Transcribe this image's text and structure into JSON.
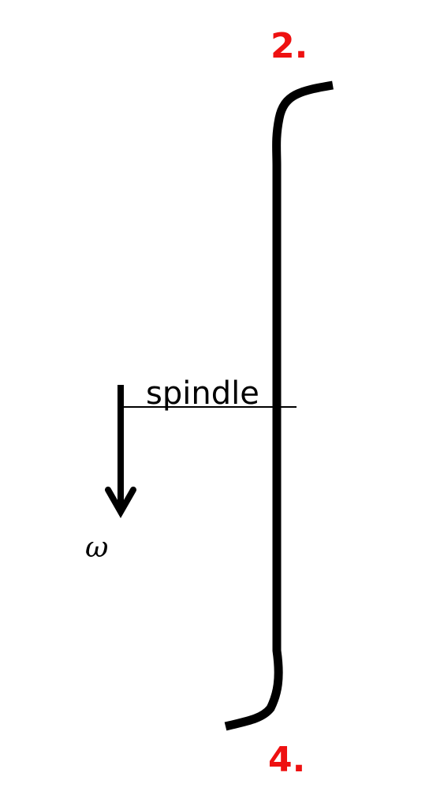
{
  "labels": {
    "top": "2.",
    "bottom": "4.",
    "spindle": "spindle",
    "omega": "ω"
  },
  "colors": {
    "accent": "#ee1111",
    "ink": "#000000"
  }
}
